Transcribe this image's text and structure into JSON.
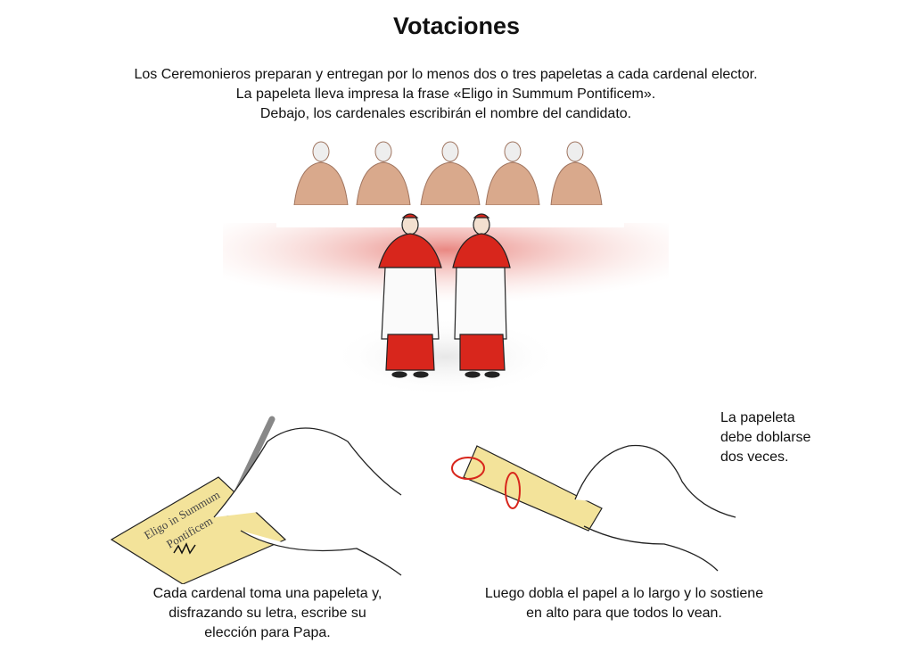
{
  "title": "Votaciones",
  "intro": [
    "Los Ceremonieros preparan y entregan por lo menos dos o tres papeletas a cada cardenal elector.",
    "La papeleta lleva impresa la frase «Eligo in Summum Pontificem».",
    "Debajo, los cardenales escribirán el nombre del candidato."
  ],
  "ballot_text": [
    "Eligo in Summum",
    "Pontificem"
  ],
  "step1": {
    "caption": [
      "Cada cardenal toma una papeleta y,",
      "disfrazando su letra, escribe su",
      "elección para Papa."
    ]
  },
  "step2": {
    "caption": [
      "Luego dobla el papel a lo largo y lo sostiene",
      "en alto para que todos lo vean."
    ],
    "note": [
      "La papeleta",
      "debe doblarse",
      "dos veces."
    ]
  },
  "colors": {
    "cardinal_red": "#d8261c",
    "paper": "#f3e39a",
    "seated": "#d9a98c",
    "arrow": "#d8261c"
  }
}
